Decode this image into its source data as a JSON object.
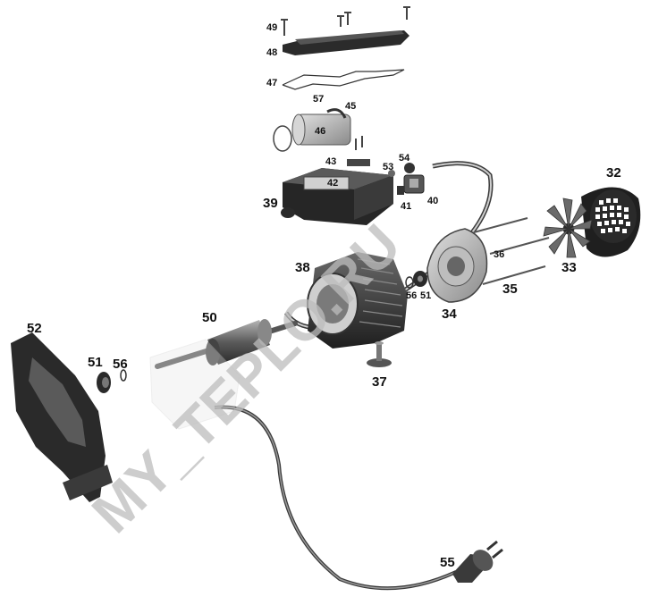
{
  "watermark": "MY_TEPLO.RU",
  "parts": {
    "p32": "32",
    "p33": "33",
    "p34": "34",
    "p35": "35",
    "p36": "36",
    "p37": "37",
    "p38": "38",
    "p39": "39",
    "p40": "40",
    "p41": "41",
    "p42": "42",
    "p43": "43",
    "p45": "45",
    "p46": "46",
    "p47": "47",
    "p48": "48",
    "p49": "49",
    "p50": "50",
    "p51a": "51",
    "p51b": "51",
    "p52": "52",
    "p53": "53",
    "p54": "54",
    "p55": "55",
    "p56a": "56",
    "p56b": "56",
    "p57": "57"
  }
}
